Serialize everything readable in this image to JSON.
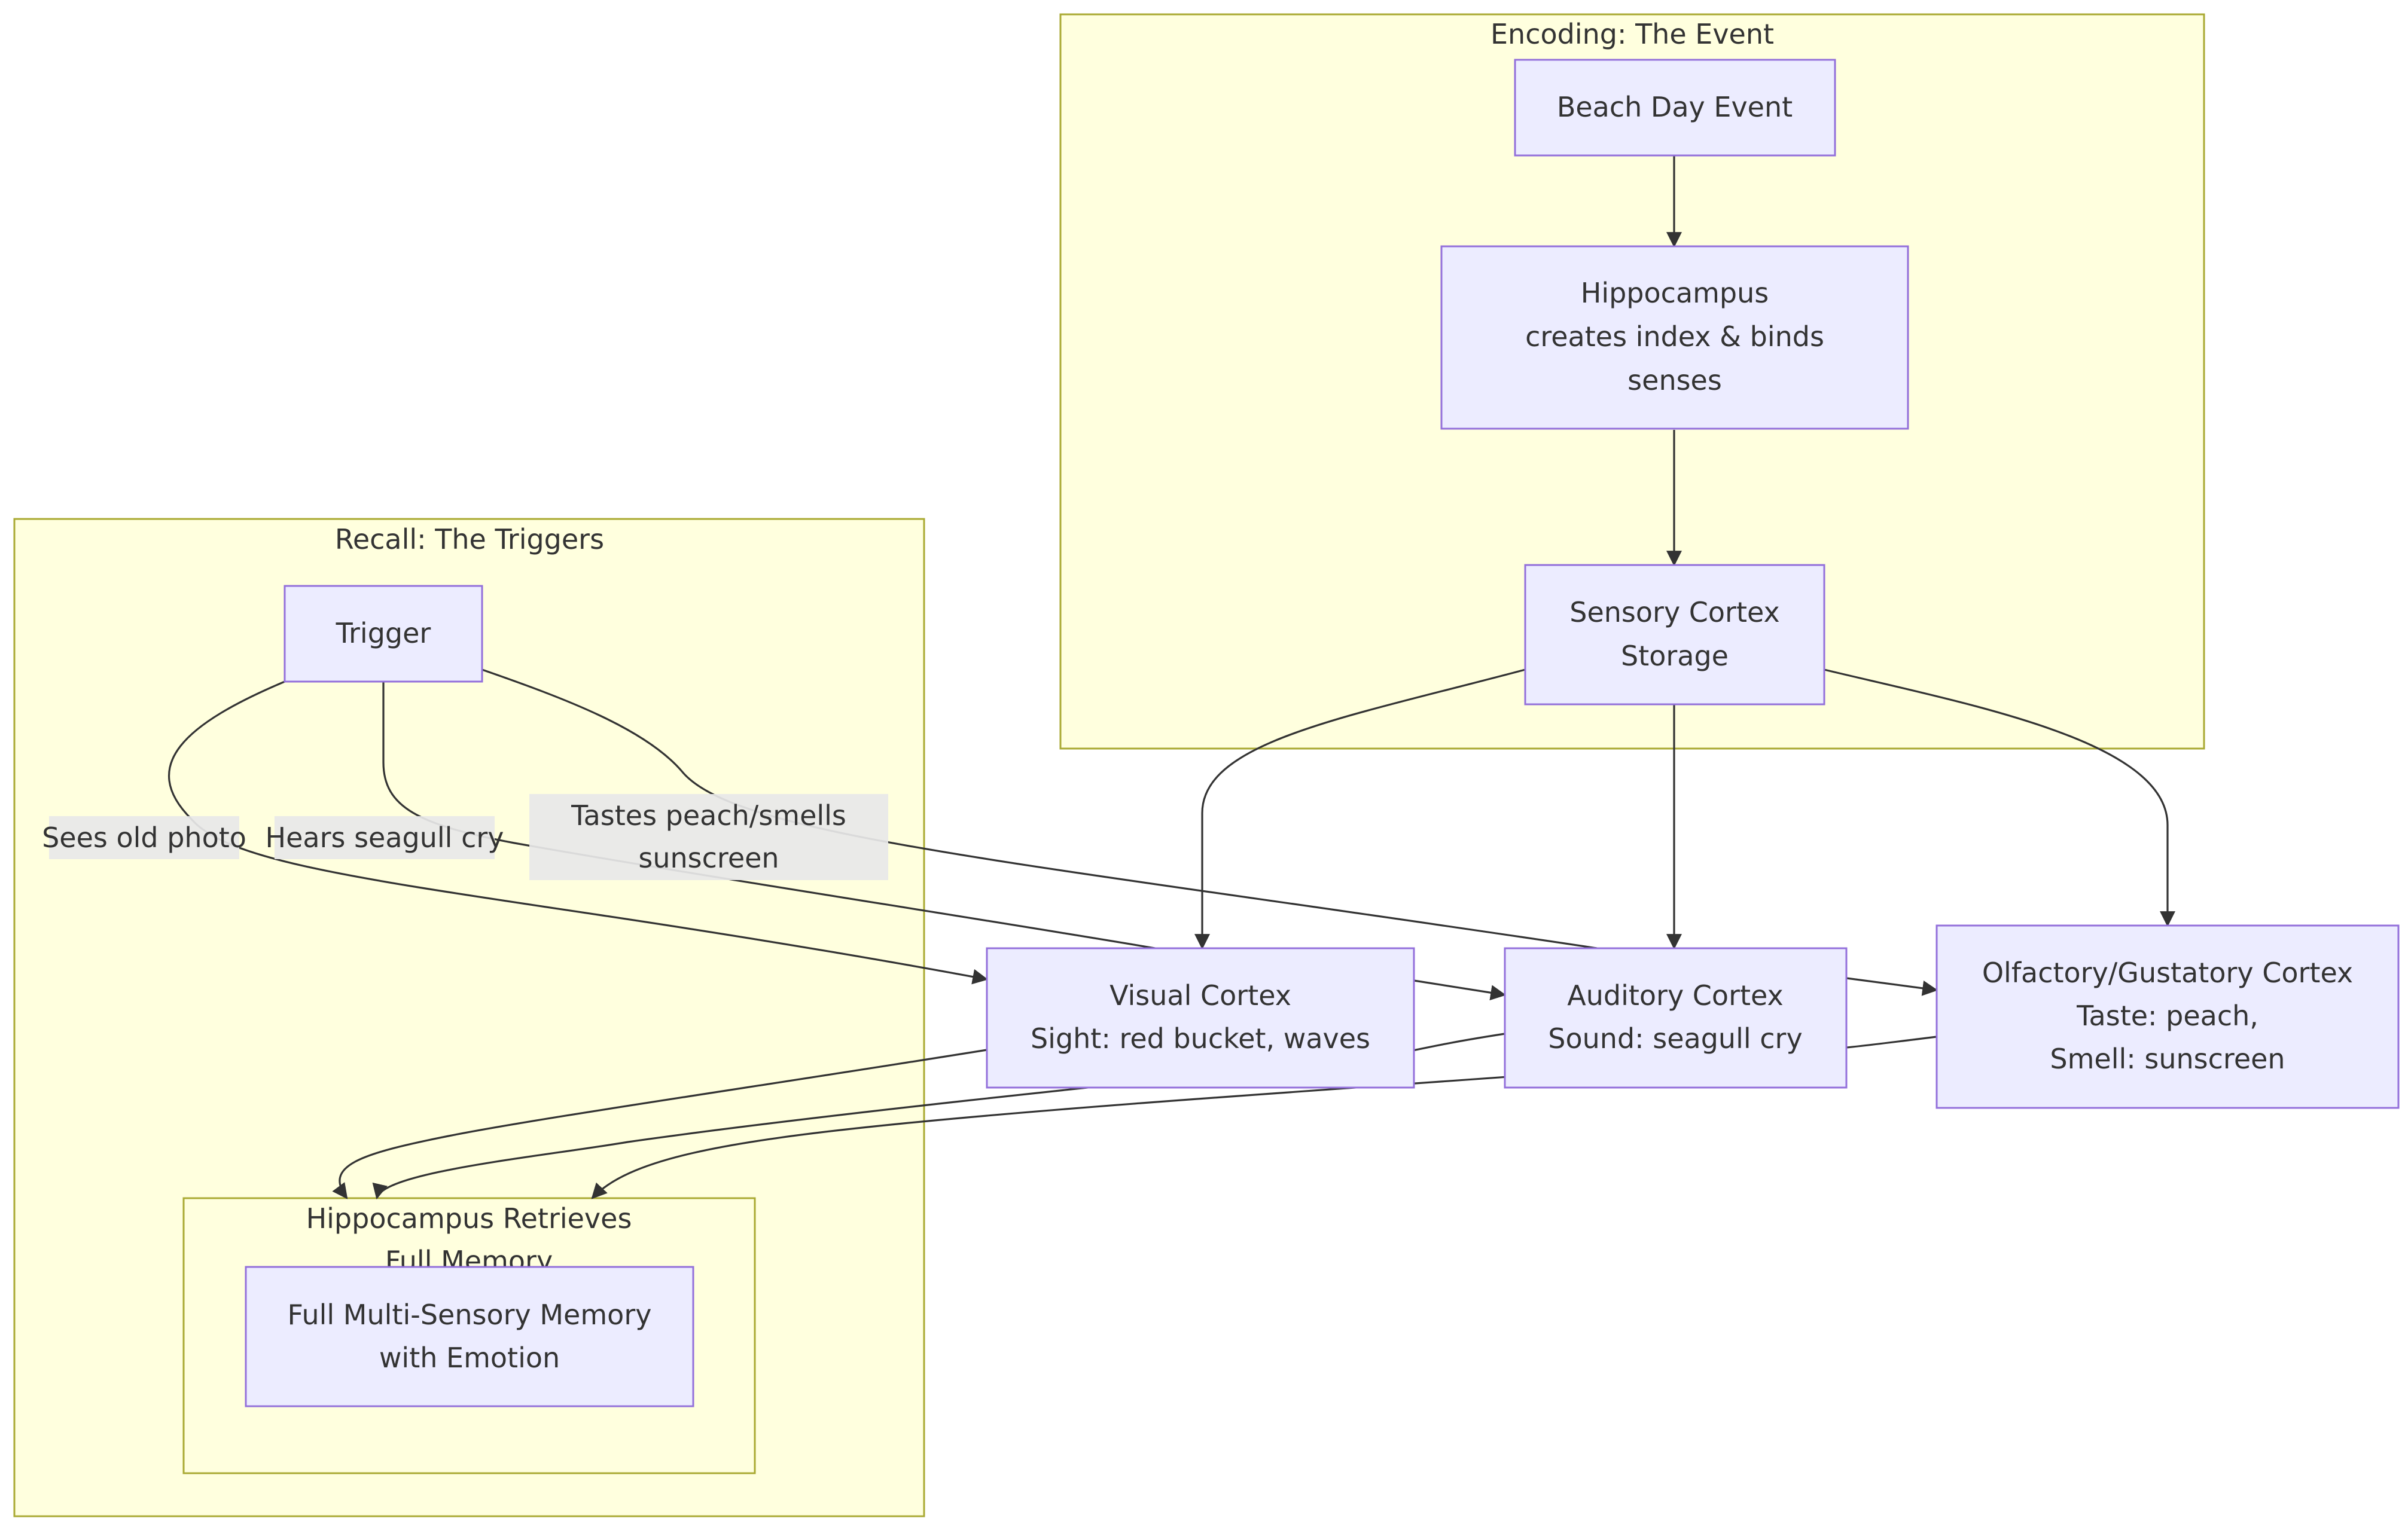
{
  "clusters": {
    "encoding": {
      "title": "Encoding: The Event"
    },
    "recall": {
      "title": "Recall: The Triggers"
    },
    "retrieval": {
      "title_line1": "Hippocampus Retrieves",
      "title_line2": "Full Memory"
    }
  },
  "nodes": {
    "beach_day": {
      "line1": "Beach Day Event"
    },
    "hippocampus": {
      "line1": "Hippocampus",
      "line2": "creates index & binds",
      "line3": "senses"
    },
    "sensory_cortex": {
      "line1": "Sensory Cortex",
      "line2": "Storage"
    },
    "visual_cortex": {
      "line1": "Visual Cortex",
      "line2": "Sight: red bucket, waves"
    },
    "auditory_cortex": {
      "line1": "Auditory Cortex",
      "line2": "Sound: seagull cry"
    },
    "olfactory_cortex": {
      "line1": "Olfactory/Gustatory Cortex",
      "line2": "Taste: peach,",
      "line3": "Smell: sunscreen"
    },
    "trigger": {
      "line1": "Trigger"
    },
    "full_memory": {
      "line1": "Full Multi-Sensory Memory",
      "line2": "with Emotion"
    }
  },
  "edge_labels": {
    "sees_photo": "Sees old photo",
    "hears_seagull": "Hears seagull cry",
    "tastes_line1": "Tastes peach/smells",
    "tastes_line2": "sunscreen"
  },
  "colors": {
    "cluster_fill": "#ffffde",
    "cluster_stroke": "#aaaa33",
    "node_fill": "#ececff",
    "node_stroke": "#9370db",
    "edge": "#333333",
    "edge_label_bg": "#e8e8e8"
  }
}
